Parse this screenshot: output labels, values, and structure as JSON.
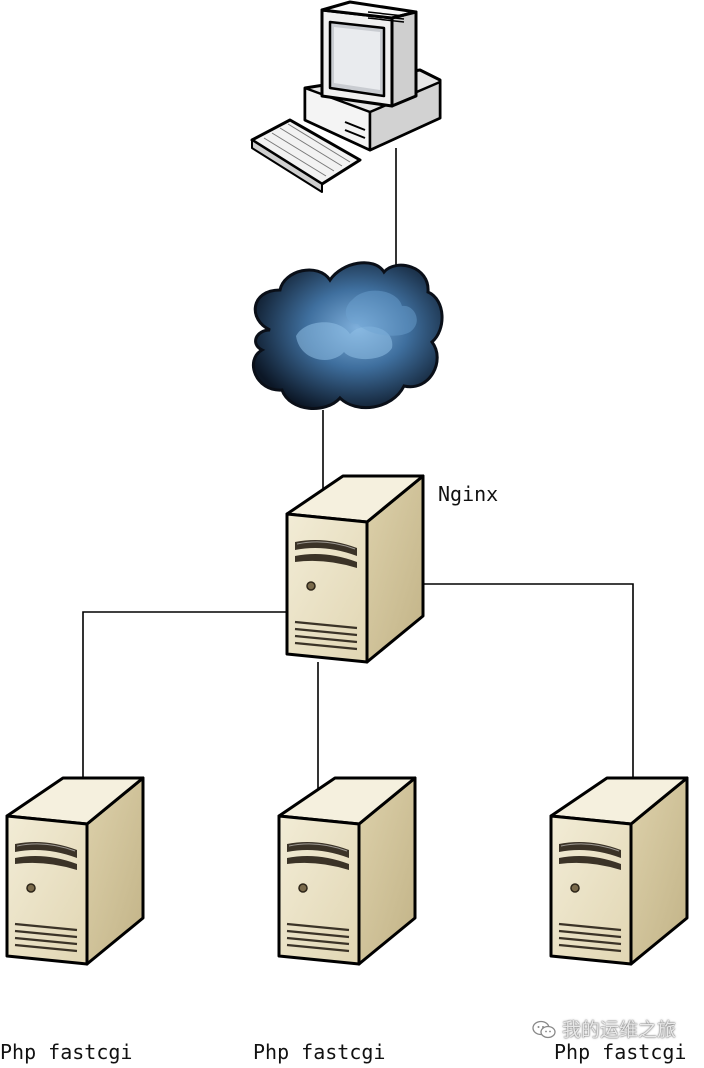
{
  "nodes": {
    "client": {
      "icon": "desktop-computer-icon"
    },
    "internet": {
      "icon": "cloud-icon"
    },
    "nginx": {
      "label": "Nginx",
      "icon": "server-icon"
    },
    "backends": [
      {
        "label": "Php fastcgi",
        "icon": "server-icon"
      },
      {
        "label": "Php fastcgi",
        "icon": "server-icon"
      },
      {
        "label": "Php fastcgi",
        "icon": "server-icon"
      }
    ]
  },
  "watermark": {
    "text": "我的运维之旅",
    "icon": "wechat-icon"
  },
  "colors": {
    "line": "#000000",
    "server_front": "#e9e2c6",
    "server_side": "#cfc39c",
    "server_top": "#f3eedb",
    "cloud_dark": "#0d1a2b",
    "cloud_light": "#5f8fbf"
  }
}
